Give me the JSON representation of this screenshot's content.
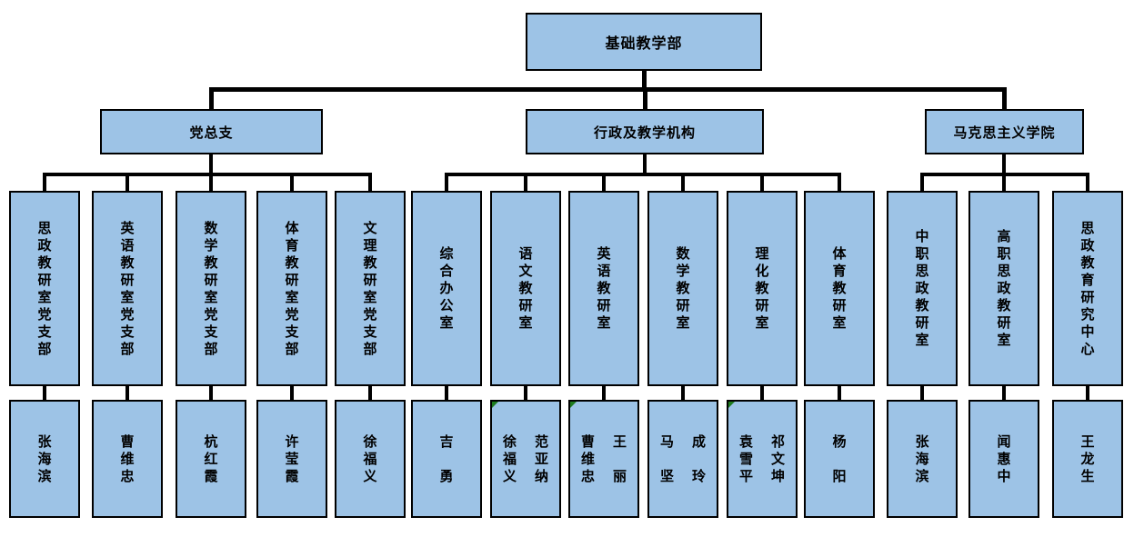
{
  "root": {
    "label": "基础教学部"
  },
  "groups": [
    {
      "label": "党总支",
      "children": [
        {
          "dept": "思政教研室党支部",
          "names": [
            "张海滨"
          ]
        },
        {
          "dept": "英语教研室党支部",
          "names": [
            "曹维忠"
          ]
        },
        {
          "dept": "数学教研室党支部",
          "names": [
            "杭红霞"
          ]
        },
        {
          "dept": "体育教研室党支部",
          "names": [
            "许莹霞"
          ]
        },
        {
          "dept": "文理教研室党支部",
          "names": [
            "徐福义"
          ]
        }
      ]
    },
    {
      "label": "行政及教学机构",
      "children": [
        {
          "dept": "综合办公室",
          "names": [
            "吉 勇"
          ]
        },
        {
          "dept": "语文教研室",
          "names": [
            "徐福义",
            "范亚纳"
          ],
          "marker": true
        },
        {
          "dept": "英语教研室",
          "names": [
            "曹维忠",
            "王 丽"
          ],
          "marker": true
        },
        {
          "dept": "数学教研室",
          "names": [
            "马 坚",
            "成 玲"
          ]
        },
        {
          "dept": "理化教研室",
          "names": [
            "袁雪平",
            "祁文坤"
          ],
          "marker": true
        },
        {
          "dept": "体育教研室",
          "names": [
            "杨 阳"
          ]
        }
      ]
    },
    {
      "label": "马克思主义学院",
      "children": [
        {
          "dept": "中职思政教研室",
          "names": [
            "张海滨"
          ]
        },
        {
          "dept": "高职思政教研室",
          "names": [
            "闻惠中"
          ]
        },
        {
          "dept": "思政教育研究中心",
          "names": [
            "王龙生"
          ]
        }
      ]
    }
  ],
  "colors": {
    "box_fill": "#9DC3E6",
    "box_border": "#000000",
    "connector": "#000000",
    "comment_marker": "#1E7B1E"
  }
}
